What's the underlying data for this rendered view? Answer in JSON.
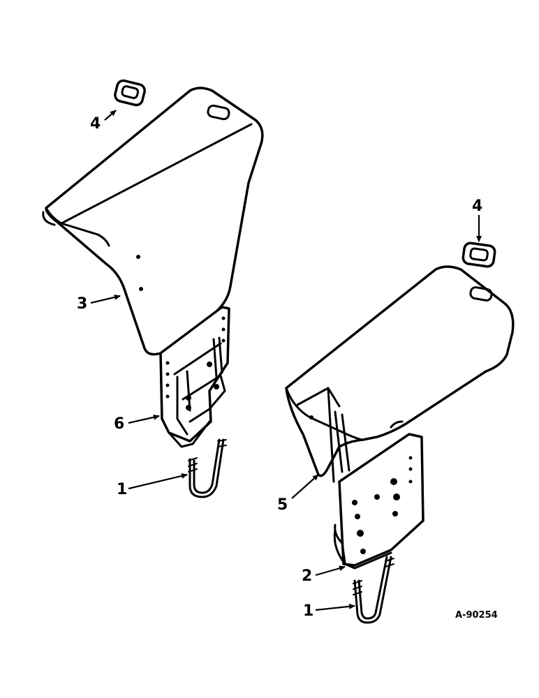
{
  "drawing_number": "A-90254",
  "callouts": {
    "c1a": "1",
    "c1b": "1",
    "c2": "2",
    "c3": "3",
    "c4a": "4",
    "c4b": "4",
    "c5": "5",
    "c6": "6"
  }
}
